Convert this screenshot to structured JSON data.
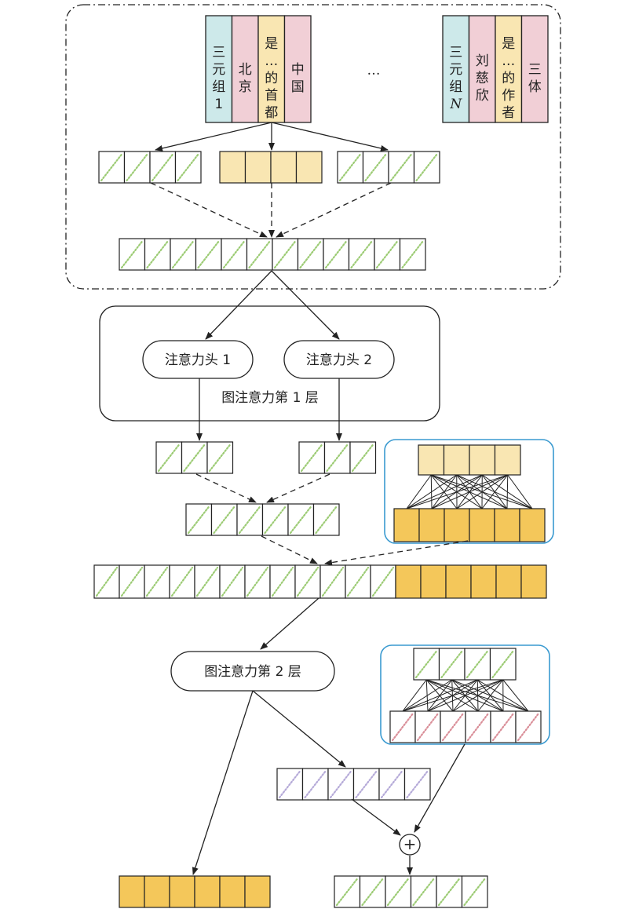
{
  "colors": {
    "teal": "#CDE9EA",
    "pink": "#F1CFD6",
    "lightYellow": "#F9E6B2",
    "gold": "#F4C75A",
    "greenHatch": "#9CCB74",
    "redHatch": "#D98E98",
    "purpleHatch": "#B5AAD8",
    "blueFrame": "#3A9AD0",
    "stroke": "#222222"
  },
  "triple1": {
    "cells": [
      {
        "text": "三元组1",
        "color": "teal"
      },
      {
        "text": "北京",
        "color": "pink"
      },
      {
        "text": "是…的首都",
        "color": "lightYellow"
      },
      {
        "text": "中国",
        "color": "pink"
      }
    ]
  },
  "ellipsis": "…",
  "tripleN": {
    "cells": [
      {
        "text": "三元组N",
        "color": "teal"
      },
      {
        "text": "刘慈欣",
        "color": "pink"
      },
      {
        "text": "是…的作者",
        "color": "lightYellow"
      },
      {
        "text": "三体",
        "color": "pink"
      }
    ]
  },
  "layer1": {
    "label": "图注意力第 1 层",
    "head1": "注意力头 1",
    "head2": "注意力头 2"
  },
  "layer2": {
    "label": "图注意力第 2 层"
  },
  "plus": "+"
}
